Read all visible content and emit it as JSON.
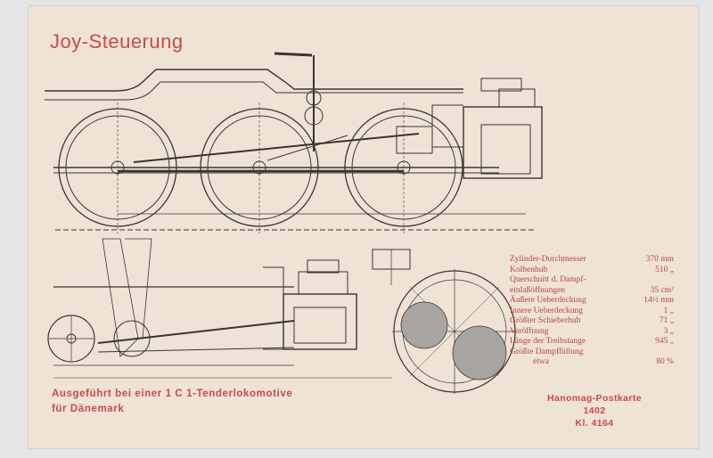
{
  "title": "Joy-Steuerung",
  "caption": {
    "line1": "Ausgeführt bei einer 1 C 1-Tenderlokomotive",
    "line2": "für Dänemark"
  },
  "publisher": {
    "name": "Hanomag-Postkarte",
    "number": "1402",
    "class": "Kl. 4164"
  },
  "specs": [
    {
      "label": "Zylinder-Durchmesser",
      "value": "370 mm"
    },
    {
      "label": "Kolbenhub",
      "value": "510 „"
    },
    {
      "label": "Querschnitt d. Dampf-",
      "value": ""
    },
    {
      "label": "einlaßöffnungen",
      "value": "35 cm²"
    },
    {
      "label": "Äußere Ueberdeckung",
      "value": "14½ mm"
    },
    {
      "label": "Innere Ueberdeckung",
      "value": "1 „"
    },
    {
      "label": "Größter Schieberhub",
      "value": "71 „"
    },
    {
      "label": "Voröffnung",
      "value": "3 „"
    },
    {
      "label": "Länge der Treibstange",
      "value": "945 „"
    },
    {
      "label": "Größte Dampffüllung",
      "value": ""
    },
    {
      "label": "etwa",
      "value": "80 %"
    }
  ],
  "colors": {
    "paper": "#efe3d6",
    "accent": "#c94a4a",
    "ink": "#3a3530"
  }
}
